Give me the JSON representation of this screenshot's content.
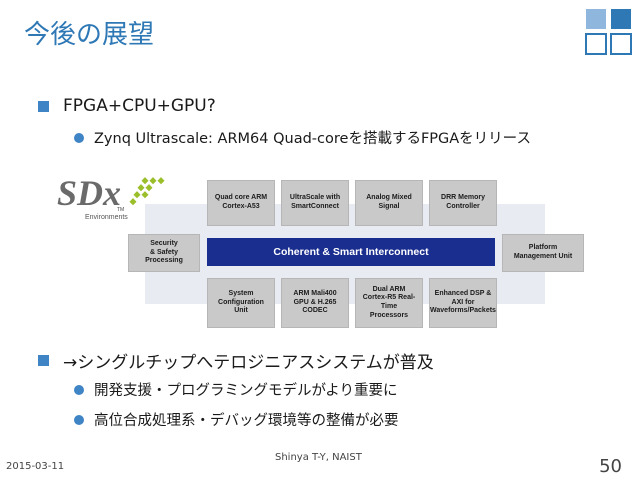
{
  "slide": {
    "title": "今後の展望",
    "bullets": [
      {
        "text": "FPGA+CPU+GPU?",
        "sub": [
          "Zynq Ultrascale: ARM64 Quad-coreを搭載するFPGAをリリース"
        ]
      },
      {
        "text": "→シングルチップへテロジニアスシステムが普及",
        "sub": [
          "開発支援・プログラミングモデルがより重要に",
          "高位合成処理系・デバッグ環境等の整備が必要"
        ]
      }
    ],
    "footer_date": "2015-03-11",
    "footer_author": "Shinya T-Y, NAIST",
    "page_number": "50"
  },
  "diagram": {
    "logo": "SDx",
    "logo_sub": "Environments",
    "logo_tm": "TM",
    "bus_label": "Coherent & Smart Interconnect",
    "top_blocks": [
      "Quad core ARM\nCortex-A53",
      "UltraScale with\nSmartConnect",
      "Analog Mixed\nSignal",
      "DRR Memory\nController"
    ],
    "bottom_blocks": [
      "System\nConfiguration\nUnit",
      "ARM Mali400\nGPU & H.265\nCODEC",
      "Dual ARM\nCortex-R5 Real-Time\nProcessors",
      "Enhanced DSP &\nAXI for\nWaveforms/Packets"
    ],
    "left_block": "Security\n& Safety\nProcessing",
    "right_block": "Platform\nManagement Unit"
  },
  "colors": {
    "accent": "#3f84c4",
    "title": "#2e78b5",
    "bus": "#1a2e8f",
    "block": "#c9c9c9"
  }
}
